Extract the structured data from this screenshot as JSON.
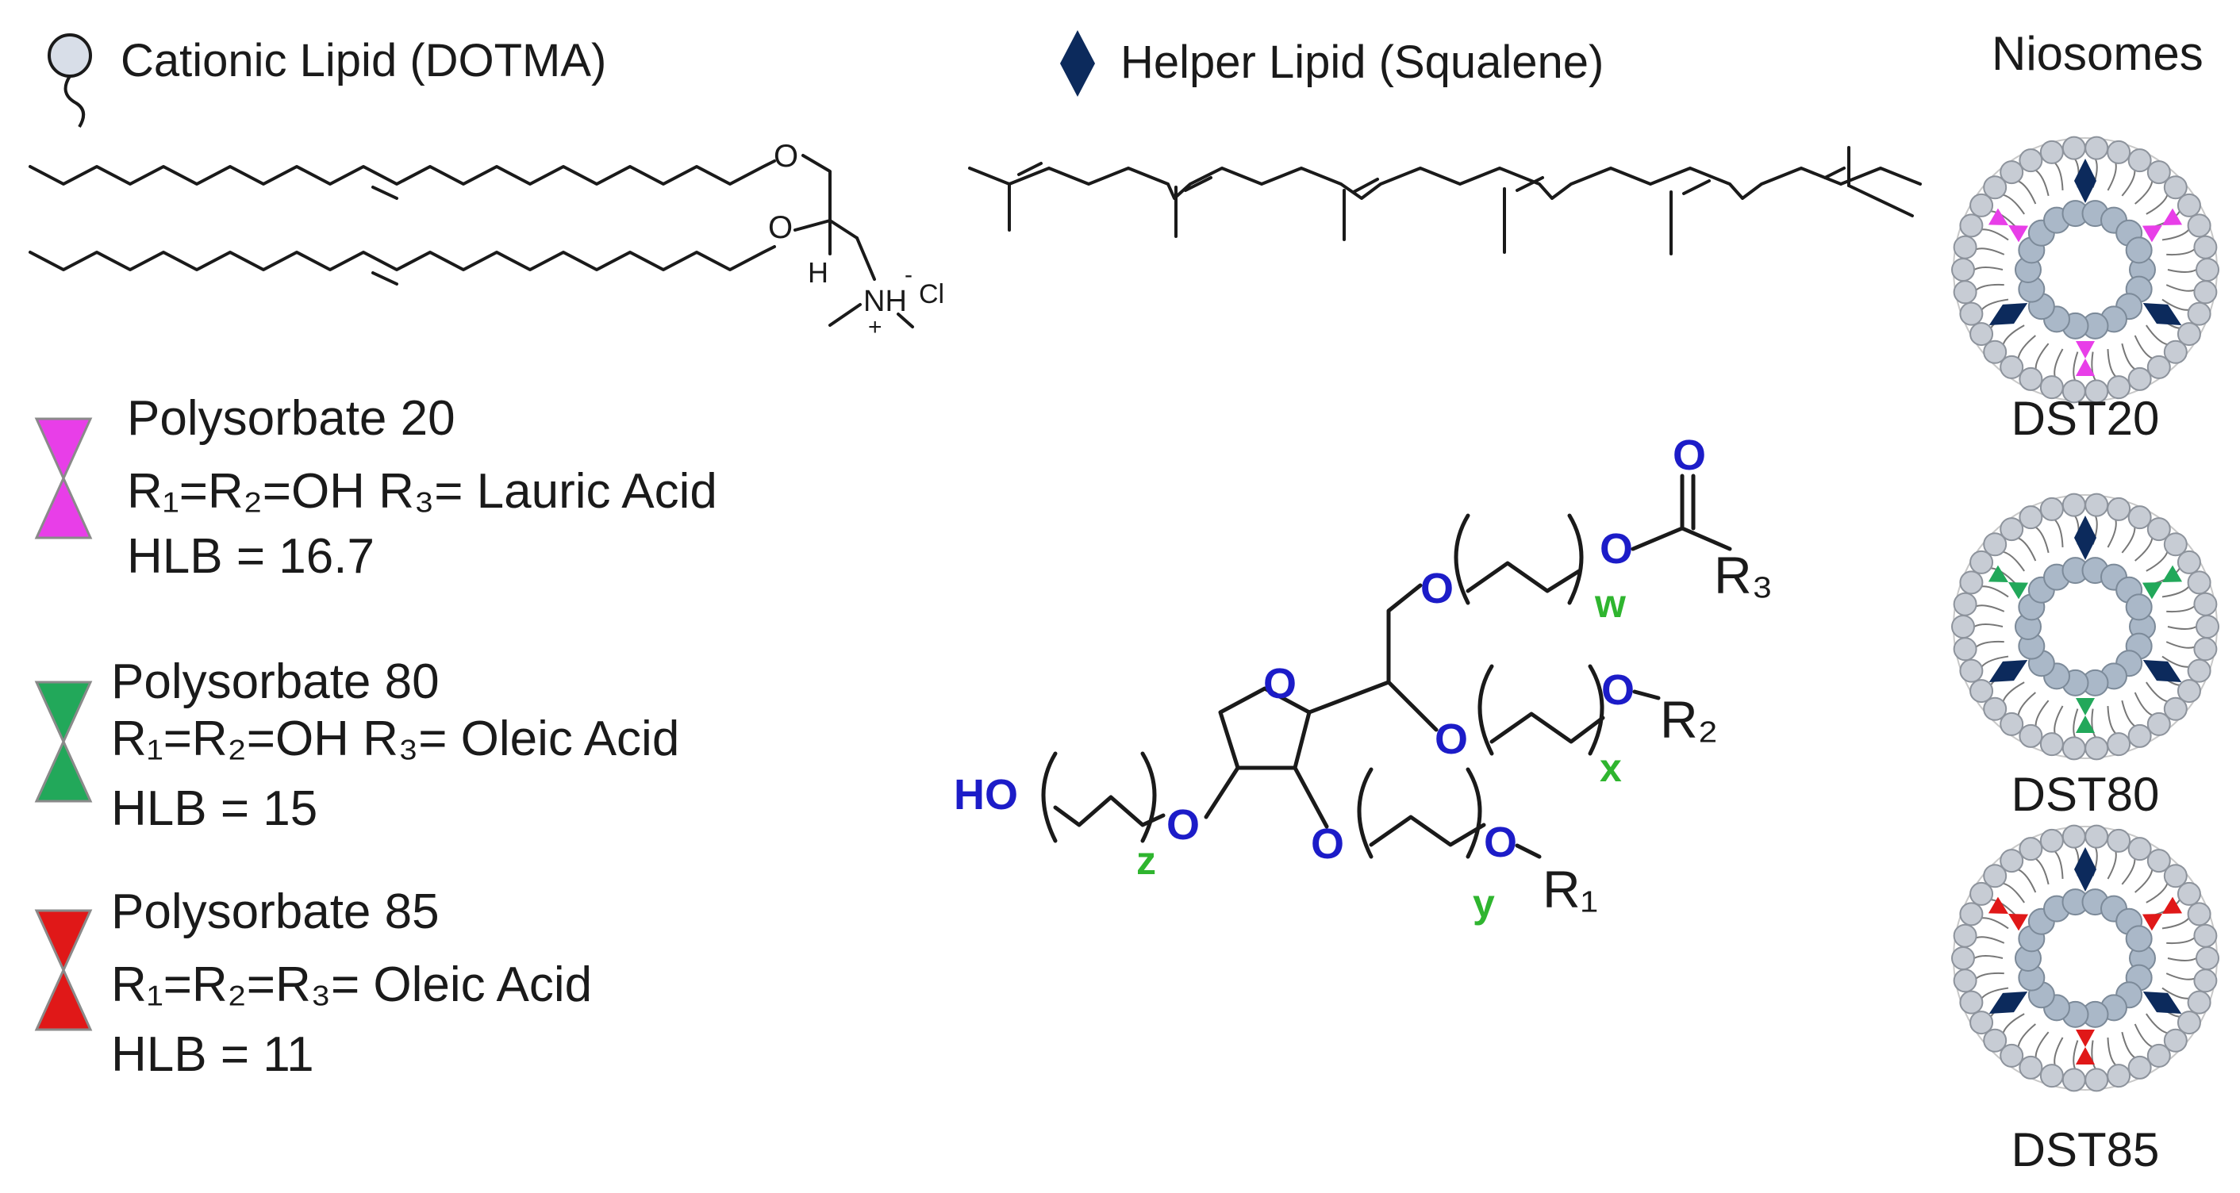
{
  "legend": {
    "cationic_lipid": "Cationic Lipid (DOTMA)",
    "helper_lipid": "Helper Lipid (Squalene)",
    "niosomes_title": "Niosomes"
  },
  "dotma": {
    "o1": "O",
    "o2": "O",
    "h": "H",
    "nh": "NH",
    "charge_minus": "-",
    "cl": "Cl",
    "charge_plus": "+"
  },
  "polysorbates": [
    {
      "title": "Polysorbate 20",
      "r_line": "R₁=R₂=OH R₃= Lauric Acid",
      "hlb": "HLB = 16.7",
      "color": "#e83ee8",
      "icon": "magenta-hourglass-icon"
    },
    {
      "title": "Polysorbate 80",
      "r_line": "R₁=R₂=OH R₃= Oleic Acid",
      "hlb": "HLB = 15",
      "color": "#22a85a",
      "icon": "green-hourglass-icon"
    },
    {
      "title": "Polysorbate 85",
      "r_line": "R₁=R₂=R₃= Oleic Acid",
      "hlb": "HLB = 11",
      "color": "#e01818",
      "icon": "red-hourglass-icon"
    }
  ],
  "niosomes": [
    {
      "label": "DST20",
      "color": "#e83ee8"
    },
    {
      "label": "DST80",
      "color": "#22a85a"
    },
    {
      "label": "DST85",
      "color": "#e01818"
    }
  ],
  "structure": {
    "o": "O",
    "ho": "HO",
    "w": "w",
    "x": "x",
    "y": "y",
    "z": "z",
    "r1": "R₁",
    "r2": "R₂",
    "r3": "R₃"
  },
  "colors": {
    "helper_diamond": "#0c2a5c",
    "lipid_head": "#d8dee8",
    "oxygen": "#1c1cc8",
    "subscript": "#2fb52f"
  }
}
